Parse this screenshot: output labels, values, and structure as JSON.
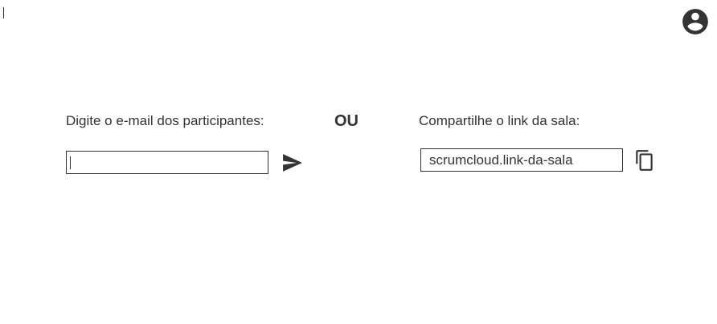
{
  "header": {
    "avatar_icon": "account-circle-icon"
  },
  "invite": {
    "email_label": "Digite o e-mail dos participantes:",
    "email_value": "",
    "email_placeholder": "",
    "send_icon": "send-icon"
  },
  "separator": {
    "or_text": "OU"
  },
  "share": {
    "link_label": "Compartilhe o link da sala:",
    "link_value": "scrumcloud.link-da-sala",
    "copy_icon": "copy-icon"
  },
  "colors": {
    "text": "#333333",
    "background": "#ffffff"
  }
}
